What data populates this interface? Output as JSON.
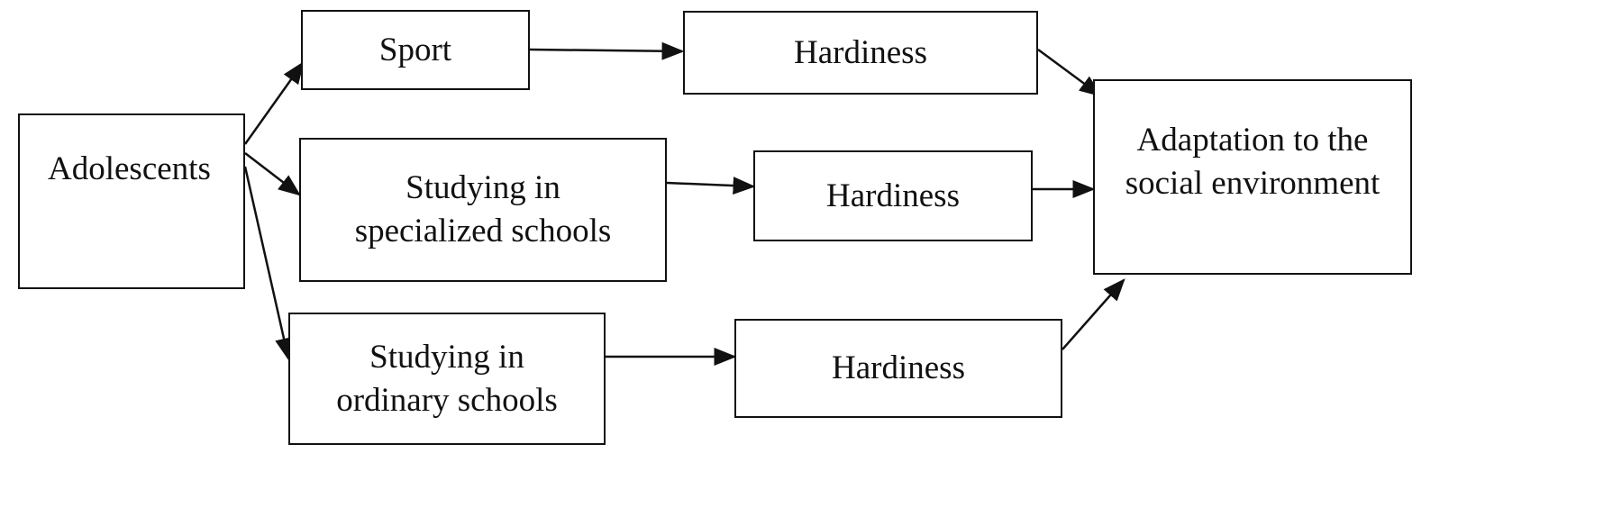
{
  "diagram": {
    "nodes": {
      "adolescents": {
        "label": "Adolescents"
      },
      "sport": {
        "label": "Sport"
      },
      "hardiness_sport": {
        "label": "Hardiness"
      },
      "specialized": {
        "label": "Studying in\nspecialized schools"
      },
      "hardiness_specialized": {
        "label": "Hardiness"
      },
      "ordinary": {
        "label": "Studying in\nordinary schools"
      },
      "hardiness_ordinary": {
        "label": "Hardiness"
      },
      "adaptation": {
        "label": "Adaptation to the\nsocial environment"
      }
    },
    "edges": [
      {
        "from": "adolescents",
        "to": "sport"
      },
      {
        "from": "adolescents",
        "to": "specialized"
      },
      {
        "from": "adolescents",
        "to": "ordinary"
      },
      {
        "from": "sport",
        "to": "hardiness_sport"
      },
      {
        "from": "specialized",
        "to": "hardiness_specialized"
      },
      {
        "from": "ordinary",
        "to": "hardiness_ordinary"
      },
      {
        "from": "hardiness_sport",
        "to": "adaptation"
      },
      {
        "from": "hardiness_specialized",
        "to": "adaptation"
      },
      {
        "from": "hardiness_ordinary",
        "to": "adaptation"
      }
    ]
  }
}
